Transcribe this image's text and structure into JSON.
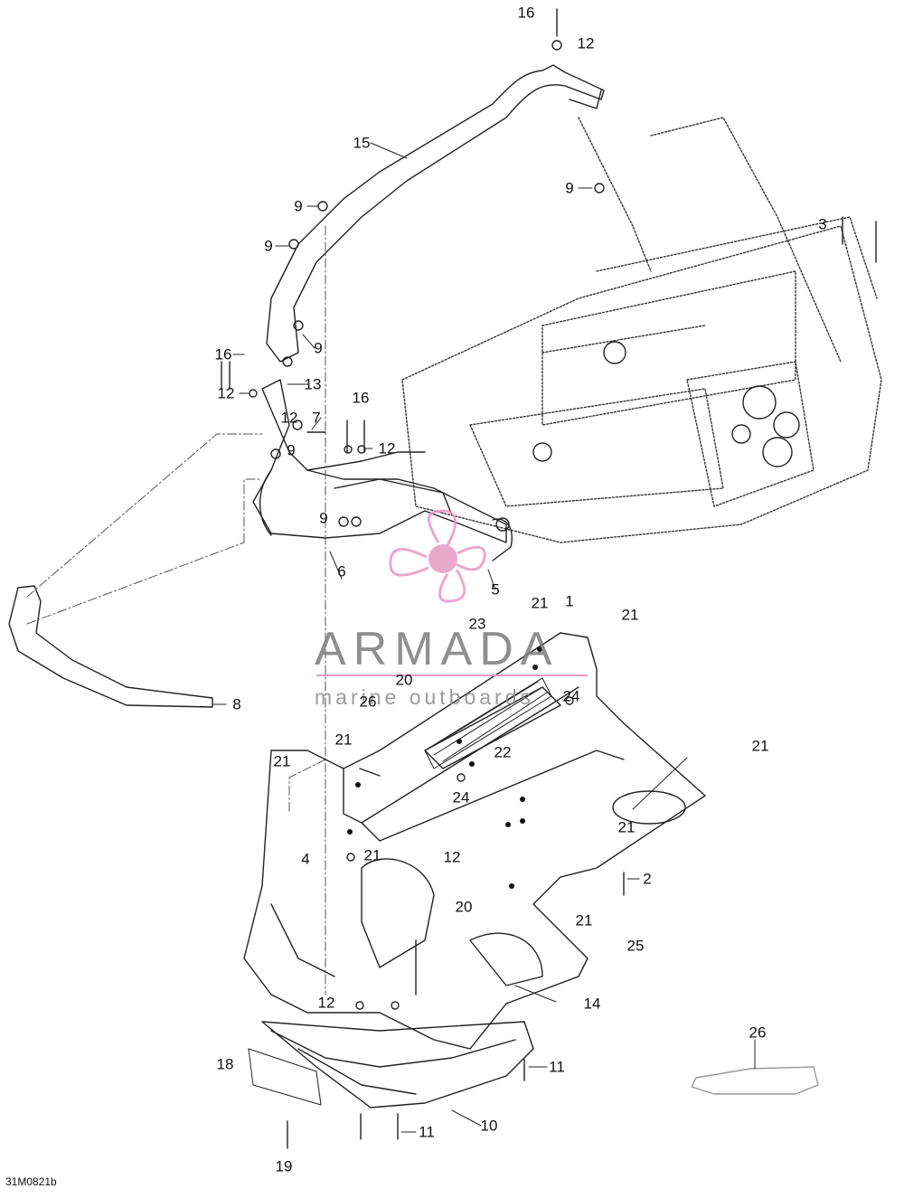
{
  "drawing_code": "31M0821b",
  "watermark": {
    "brand": "ARMADA",
    "tagline": "marine outboards",
    "accent_color": "#e79bc2",
    "logo_icon": "propeller-icon"
  },
  "callouts": [
    "16",
    "12",
    "15",
    "9",
    "9",
    "3",
    "9",
    "9",
    "16",
    "12",
    "13",
    "16",
    "12",
    "7",
    "12",
    "9",
    "9",
    "6",
    "5",
    "21",
    "1",
    "21",
    "23",
    "8",
    "20",
    "26",
    "24",
    "22",
    "21",
    "21",
    "24",
    "21",
    "21",
    "12",
    "4",
    "21",
    "20",
    "2",
    "21",
    "25",
    "14",
    "12",
    "26",
    "18",
    "11",
    "10",
    "11",
    "19"
  ]
}
